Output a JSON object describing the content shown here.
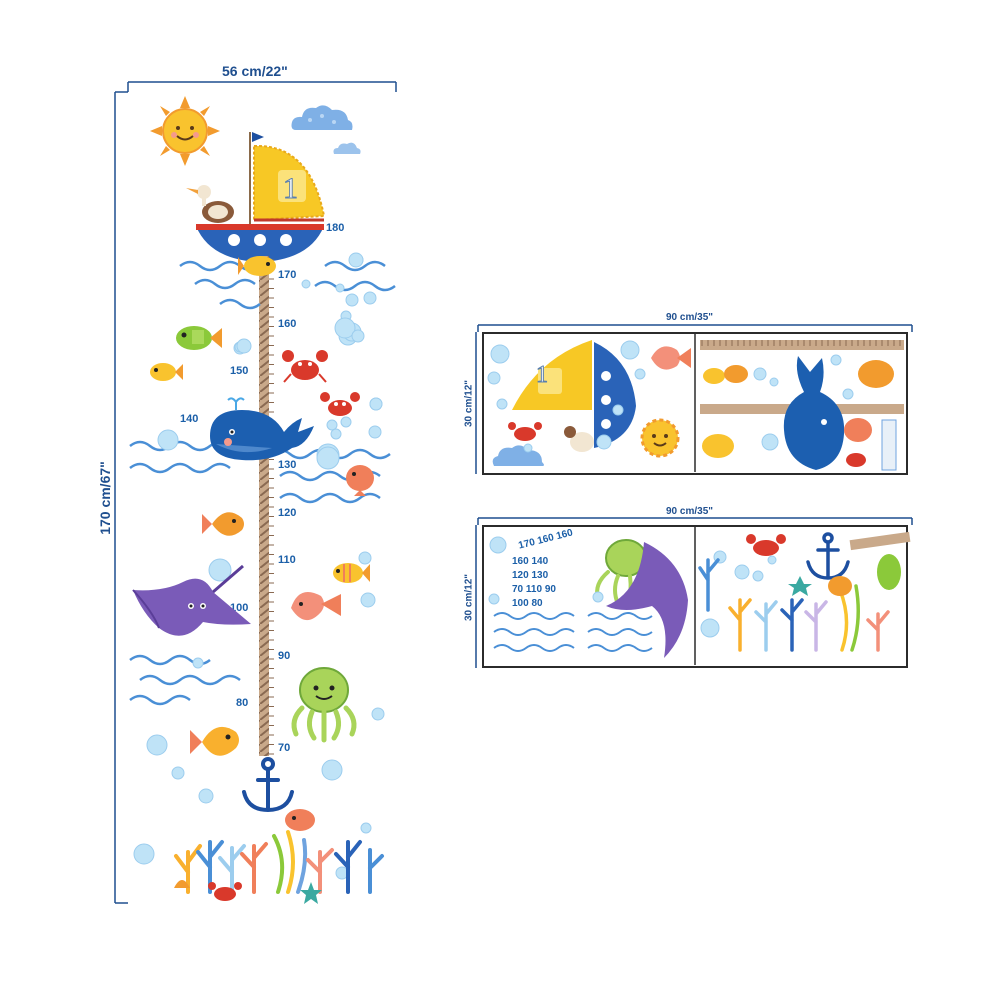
{
  "chart": {
    "width_label": "56 cm/22\"",
    "height_label": "170 cm/67\"",
    "sail_number": "1",
    "ticks": [
      "180",
      "170",
      "160",
      "150",
      "140",
      "130",
      "120",
      "110",
      "100",
      "90",
      "80",
      "70"
    ]
  },
  "sheet1": {
    "width_label": "90 cm/35\"",
    "height_label": "30 cm/12\"",
    "sail_number": "1"
  },
  "sheet2": {
    "width_label": "90 cm/35\"",
    "height_label": "30 cm/12\"",
    "number_rows": [
      "170 160 160",
      "160 140",
      "120 130",
      "70 110 90",
      "100 80"
    ]
  },
  "colors": {
    "dimension_line": "#1f4f8f",
    "tick_text": "#1b5fa8",
    "sail": "#f7c825",
    "boat": "#2a63b8",
    "whale": "#1c5fb0",
    "bubble": "#bfe3f7"
  }
}
